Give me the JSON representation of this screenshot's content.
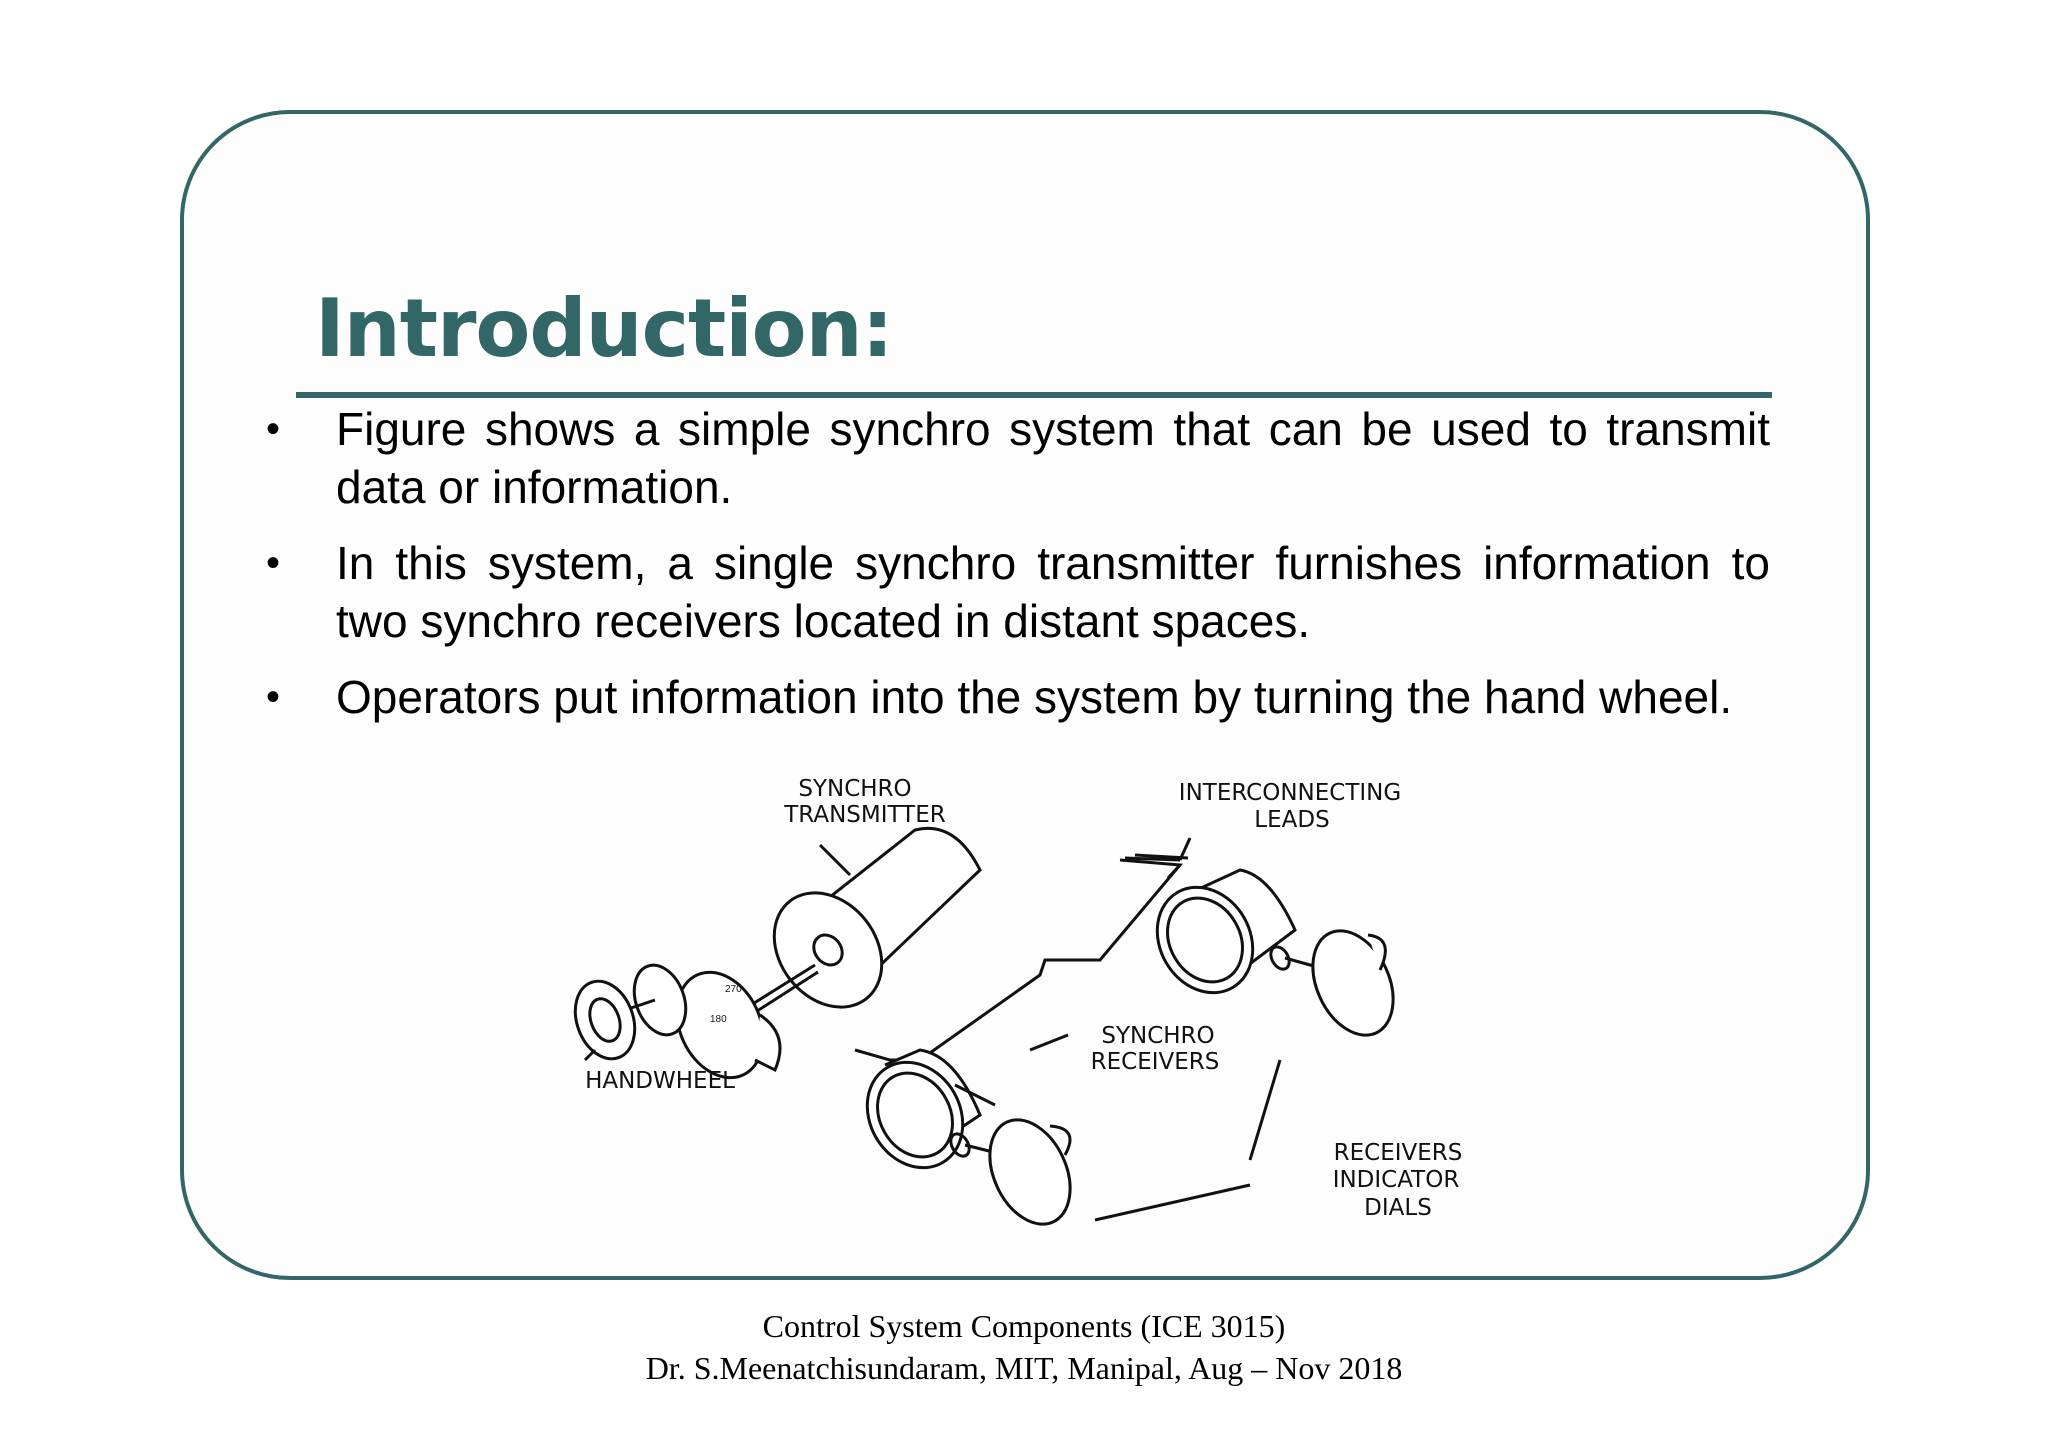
{
  "slide": {
    "title": "Introduction:",
    "bullets": [
      {
        "text": "Figure shows a simple synchro system that can be used to transmit data or information."
      },
      {
        "text": "In this system, a single synchro transmitter furnishes information to two synchro receivers located in distant spaces."
      },
      {
        "text": "Operators put information into the system by turning the hand wheel."
      }
    ],
    "bullet_symbol": "•"
  },
  "figure": {
    "labels": {
      "synchro_transmitter_1": "SYNCHRO",
      "synchro_transmitter_2": "TRANSMITTER",
      "interconnecting_leads_1": "INTERCONNECTING",
      "interconnecting_leads_2": "LEADS",
      "handwheel": "HANDWHEEL",
      "synchro_receivers_1": "SYNCHRO",
      "synchro_receivers_2": "RECEIVERS",
      "receivers_indicator_1": "RECEIVERS",
      "receivers_indicator_2": "INDICATOR",
      "receivers_indicator_3": "DIALS"
    }
  },
  "footer": {
    "line1": "Control System Components (ICE 3015)",
    "line2": "Dr. S.Meenatchisundaram, MIT, Manipal, Aug – Nov 2018"
  },
  "colors": {
    "accent": "#336666"
  }
}
